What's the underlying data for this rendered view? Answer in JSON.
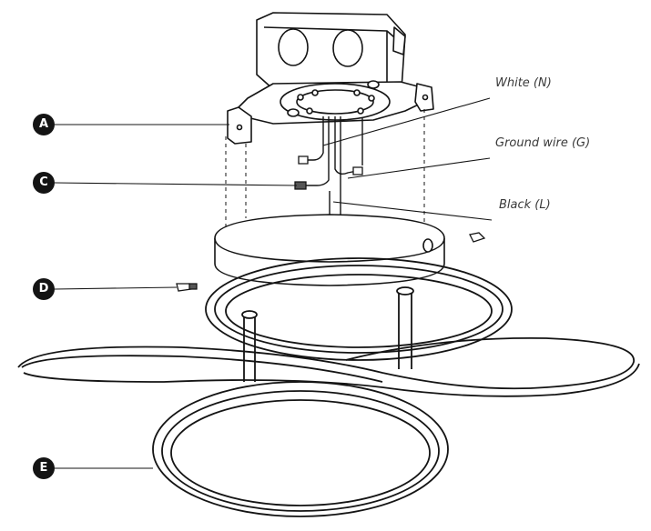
{
  "callouts": {
    "a": "A",
    "c": "C",
    "d": "D",
    "e": "E"
  },
  "wire_labels": {
    "white": "White (N)",
    "ground": "Ground wire (G)",
    "black": "Black (L)"
  },
  "colors": {
    "ink": "#141414",
    "label": "#3a3a3a",
    "background": "#ffffff"
  }
}
